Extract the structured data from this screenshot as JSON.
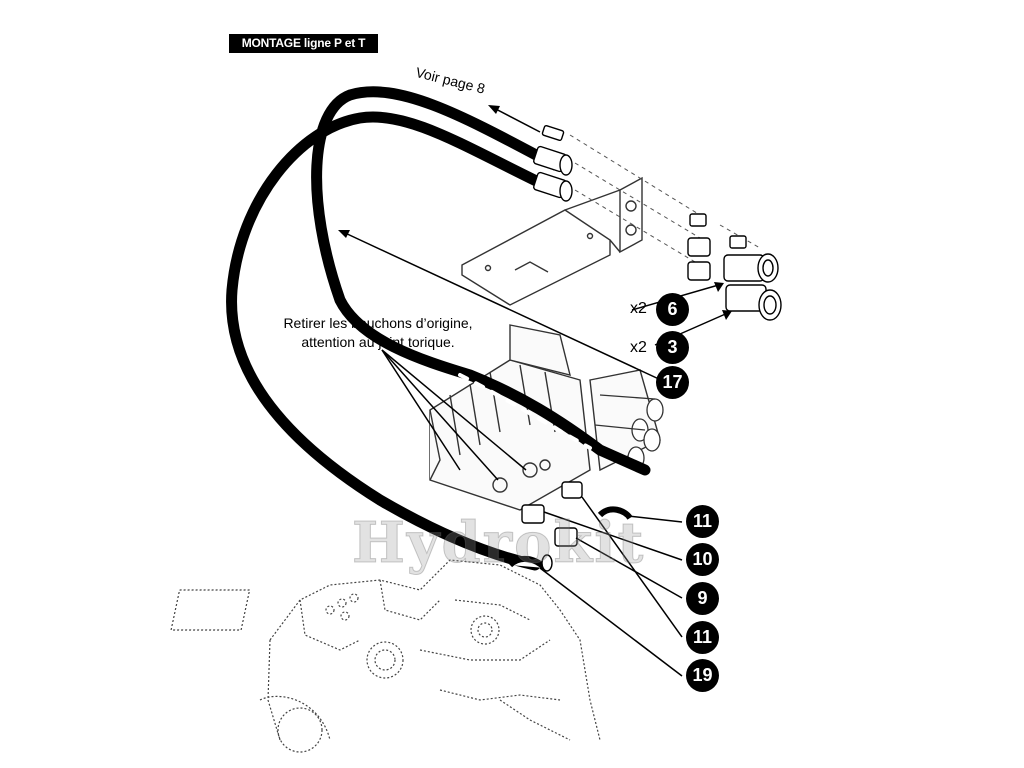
{
  "title": "MONTAGE ligne P et T",
  "voir_page": "Voir page 8",
  "note": {
    "line1": "Retirer les bouchons d’origine,",
    "line2": "attention au joint torique."
  },
  "quantities": {
    "q6": "x2",
    "q3": "x2"
  },
  "callouts": {
    "c6": "6",
    "c3": "3",
    "c17": "17",
    "c11a": "11",
    "c10": "10",
    "c9": "9",
    "c11b": "11",
    "c19": "19"
  },
  "watermark": "Hydrokit",
  "colors": {
    "ink": "#000000",
    "paper": "#ffffff",
    "watermark": "#969696"
  }
}
